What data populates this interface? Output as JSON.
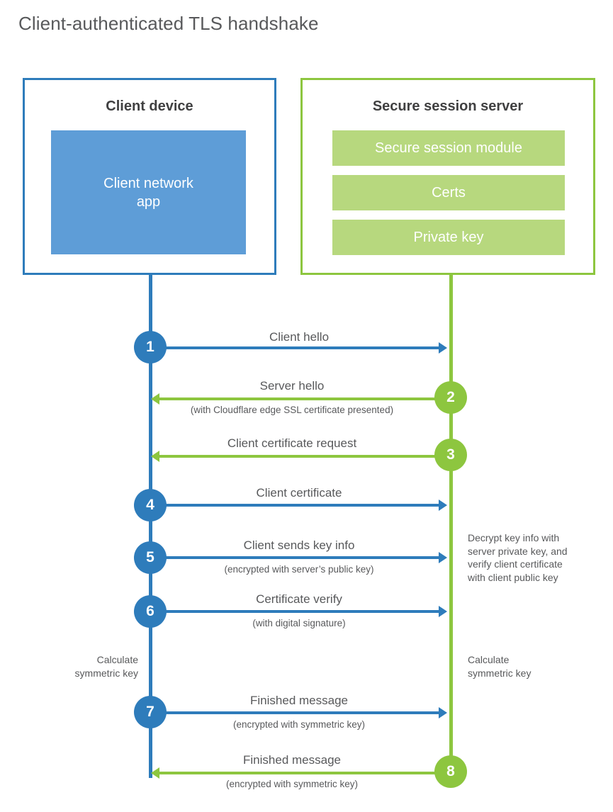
{
  "title": "Client-authenticated TLS handshake",
  "colors": {
    "client_accent": "#2e7cbb",
    "server_accent": "#8dc63f",
    "client_block_fill": "#5e9dd7",
    "server_block_fill": "#b7d87e",
    "text": "#58595b",
    "heading_text": "#404041",
    "background": "#ffffff"
  },
  "client": {
    "title": "Client device",
    "blocks": [
      {
        "label": "Client network\napp"
      }
    ]
  },
  "server": {
    "title": "Secure session server",
    "blocks": [
      {
        "label": "Secure session module"
      },
      {
        "label": "Certs"
      },
      {
        "label": "Private key"
      }
    ]
  },
  "steps": [
    {
      "number": "1",
      "origin": "client",
      "direction": "right",
      "label": "Client hello",
      "sublabel": ""
    },
    {
      "number": "2",
      "origin": "server",
      "direction": "left",
      "label": "Server hello",
      "sublabel": "(with Cloudflare edge SSL certificate presented)"
    },
    {
      "number": "3",
      "origin": "server",
      "direction": "left",
      "label": "Client certificate request",
      "sublabel": ""
    },
    {
      "number": "4",
      "origin": "client",
      "direction": "right",
      "label": "Client certificate",
      "sublabel": ""
    },
    {
      "number": "5",
      "origin": "client",
      "direction": "right",
      "label": "Client sends key info",
      "sublabel": "(encrypted with server’s public key)"
    },
    {
      "number": "6",
      "origin": "client",
      "direction": "right",
      "label": "Certificate verify",
      "sublabel": "(with digital signature)"
    },
    {
      "number": "7",
      "origin": "client",
      "direction": "right",
      "label": "Finished message",
      "sublabel": "(encrypted with symmetric key)"
    },
    {
      "number": "8",
      "origin": "server",
      "direction": "left",
      "label": "Finished message",
      "sublabel": "(encrypted with symmetric key)"
    }
  ],
  "annotations": {
    "server_decrypt": "Decrypt key info with\nserver private key, and\nverify client certificate\nwith client public key",
    "client_calculate": "Calculate\nsymmetric key",
    "server_calculate": "Calculate\nsymmetric key"
  }
}
